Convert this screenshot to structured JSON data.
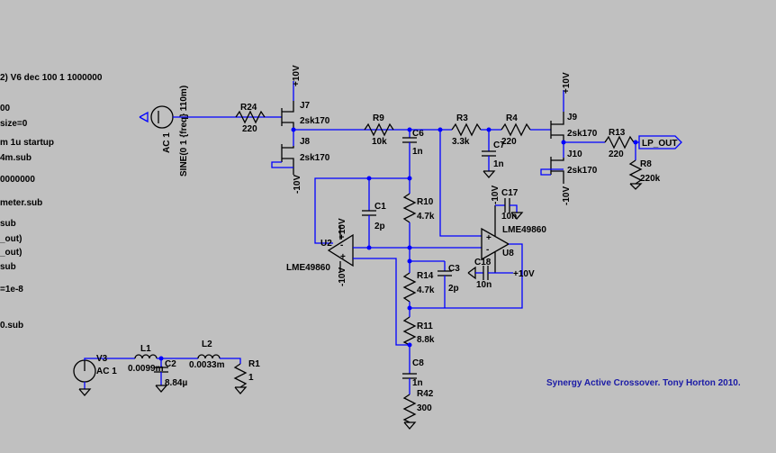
{
  "left_directives": [
    "2) V6 dec 100 1 1000000",
    "00",
    "size=0",
    "m 1u startup",
    "4m.sub",
    "0000000",
    "meter.sub",
    "sub",
    "_out)",
    "_out)",
    "sub",
    "=1e-8",
    "0.sub"
  ],
  "annotation": "Synergy Active Crossover. Tony Horton 2010.",
  "src": {
    "ac1": "AC 1",
    "sine": "SINE(0 1 {freq} 110m)",
    "v3": "V3",
    "v3ac": "AC 1"
  },
  "labels": {
    "r24": "R24",
    "r24v": "220",
    "j7": "J7",
    "j7v": "2sk170",
    "j8": "J8",
    "j8v": "2sk170",
    "p10a": "+10V",
    "m10a": "-10V",
    "r9": "R9",
    "r9v": "10k",
    "c6": "C6",
    "c6v": "1n",
    "r3": "R3",
    "r3v": "3.3k",
    "r4": "R4",
    "r4v": "220",
    "c7": "C7",
    "c7v": "1n",
    "j9": "J9",
    "j9v": "2sk170",
    "j10": "J10",
    "j10v": "2sk170",
    "p10b": "+10V",
    "m10b": "-10V",
    "r13": "R13",
    "r13v": "220",
    "lpout": "LP_OUT",
    "r8": "R8",
    "r8v": "220k",
    "c1": "C1",
    "c1v": "2p",
    "r10": "R10",
    "r10v": "4.7k",
    "u2": "U2",
    "u2m": "LME49860",
    "p10u2": "+10V",
    "m10u2": "-10V",
    "c17": "C17",
    "c17v": "10n",
    "m10c17": "-10V",
    "u8": "U8",
    "u8m": "LME49860",
    "r14": "R14",
    "r14v": "4.7k",
    "c3": "C3",
    "c3v": "2p",
    "c18": "C18",
    "c18v": "10n",
    "p10c18": "+10V",
    "r11": "R11",
    "r11v": "8.8k",
    "c8": "C8",
    "c8v": "1n",
    "r42": "R42",
    "r42v": "300",
    "l1": "L1",
    "l1v": "0.0099m",
    "c2": "C2",
    "c2v": "8.84µ",
    "l2": "L2",
    "l2v": "0.0033m",
    "r1": "R1",
    "r1v": "1"
  }
}
